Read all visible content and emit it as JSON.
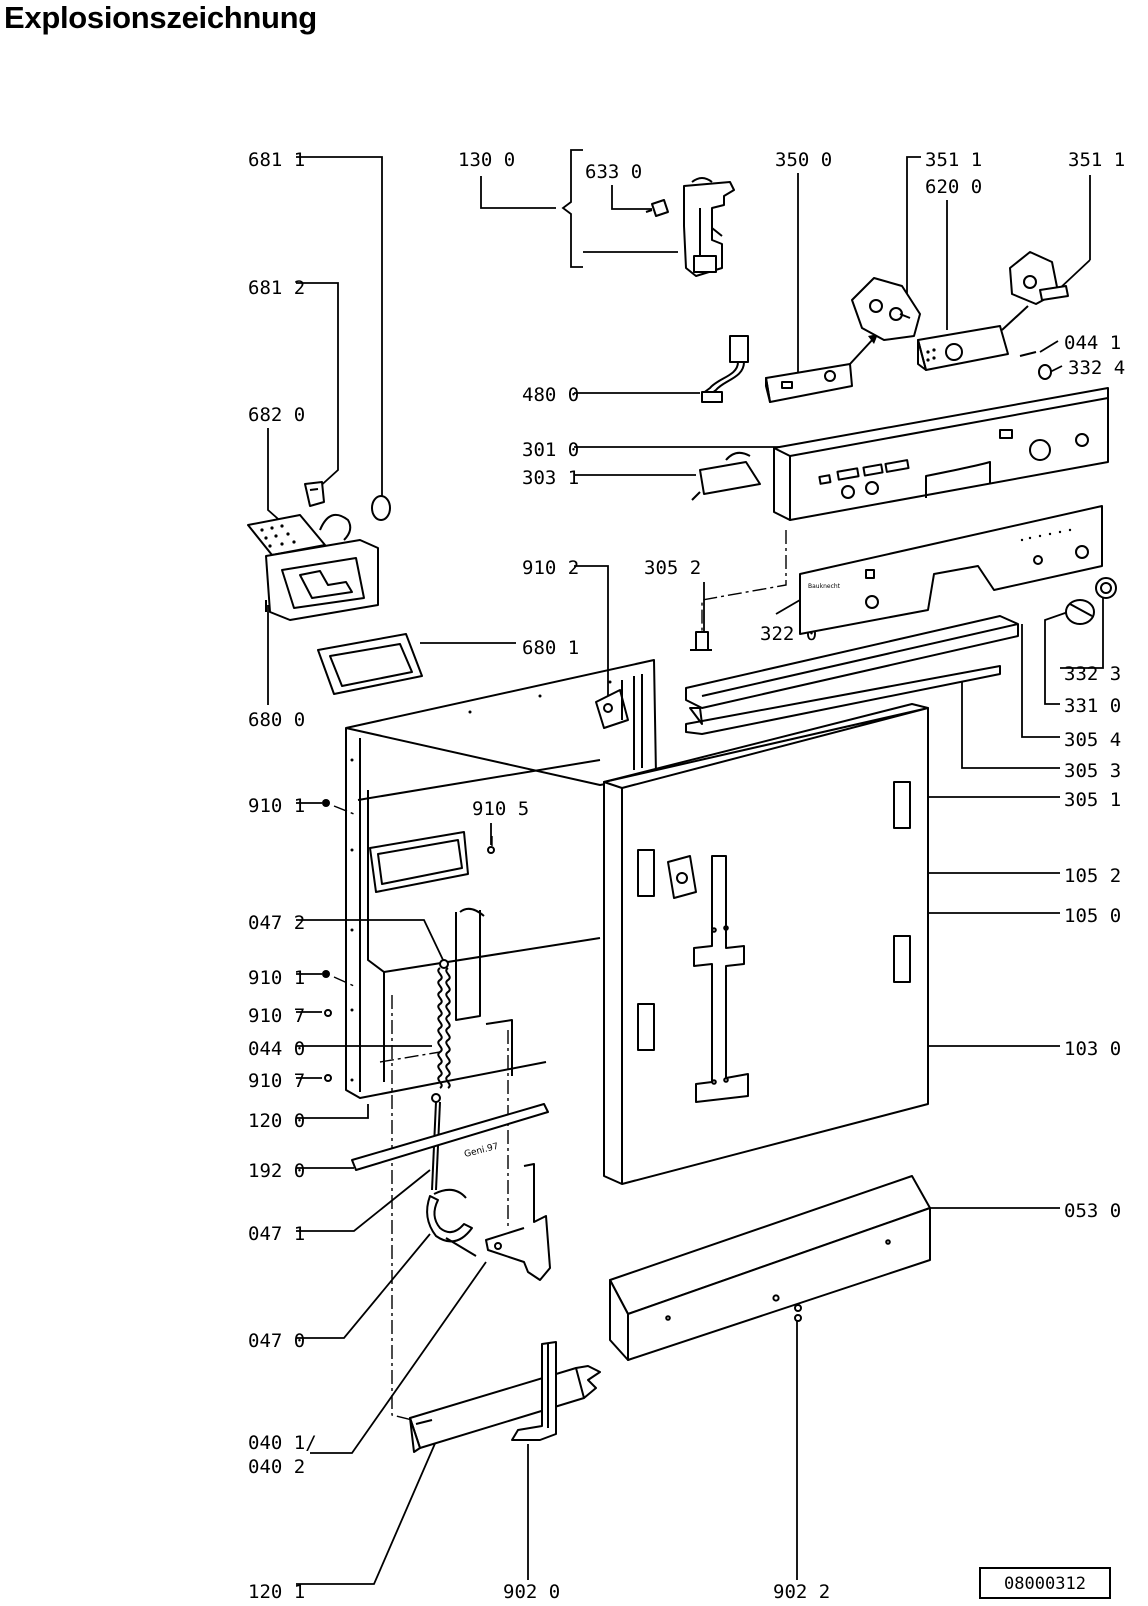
{
  "title": "Explosionszeichnung",
  "document_number": "08000312",
  "part_labels": {
    "p681_1": "681 1",
    "p681_2": "681 2",
    "p682_0": "682 0",
    "p680_0": "680 0",
    "p680_1": "680 1",
    "p130_0": "130 0",
    "p633_0": "633 0",
    "p350_0": "350 0",
    "p351_1a": "351 1",
    "p620_0": "620 0",
    "p351_1b": "351 1",
    "p044_1": "044 1",
    "p332_4": "332 4",
    "p480_0": "480 0",
    "p301_0": "301 0",
    "p303_1": "303 1",
    "p910_2": "910 2",
    "p305_2": "305 2",
    "p322_0": "322 0",
    "p332_3": "332 3",
    "p331_0": "331 0",
    "p305_4": "305 4",
    "p305_3": "305 3",
    "p305_1": "305 1",
    "p910_1a": "910 1",
    "p910_5": "910 5",
    "p105_2": "105 2",
    "p105_0": "105 0",
    "p047_2": "047 2",
    "p910_1b": "910 1",
    "p910_7a": "910 7",
    "p044_0": "044 0",
    "p910_7b": "910 7",
    "p103_0": "103 0",
    "p120_0": "120 0",
    "p192_0": "192 0",
    "p047_1": "047 1",
    "p053_0": "053 0",
    "p047_0": "047 0",
    "p040_1": "040 1/",
    "p040_2": "040 2",
    "p120_1": "120 1",
    "p902_0": "902 0",
    "p902_2": "902 2"
  },
  "stamp_text": "Geni.97",
  "brand_text": "Bauknecht"
}
